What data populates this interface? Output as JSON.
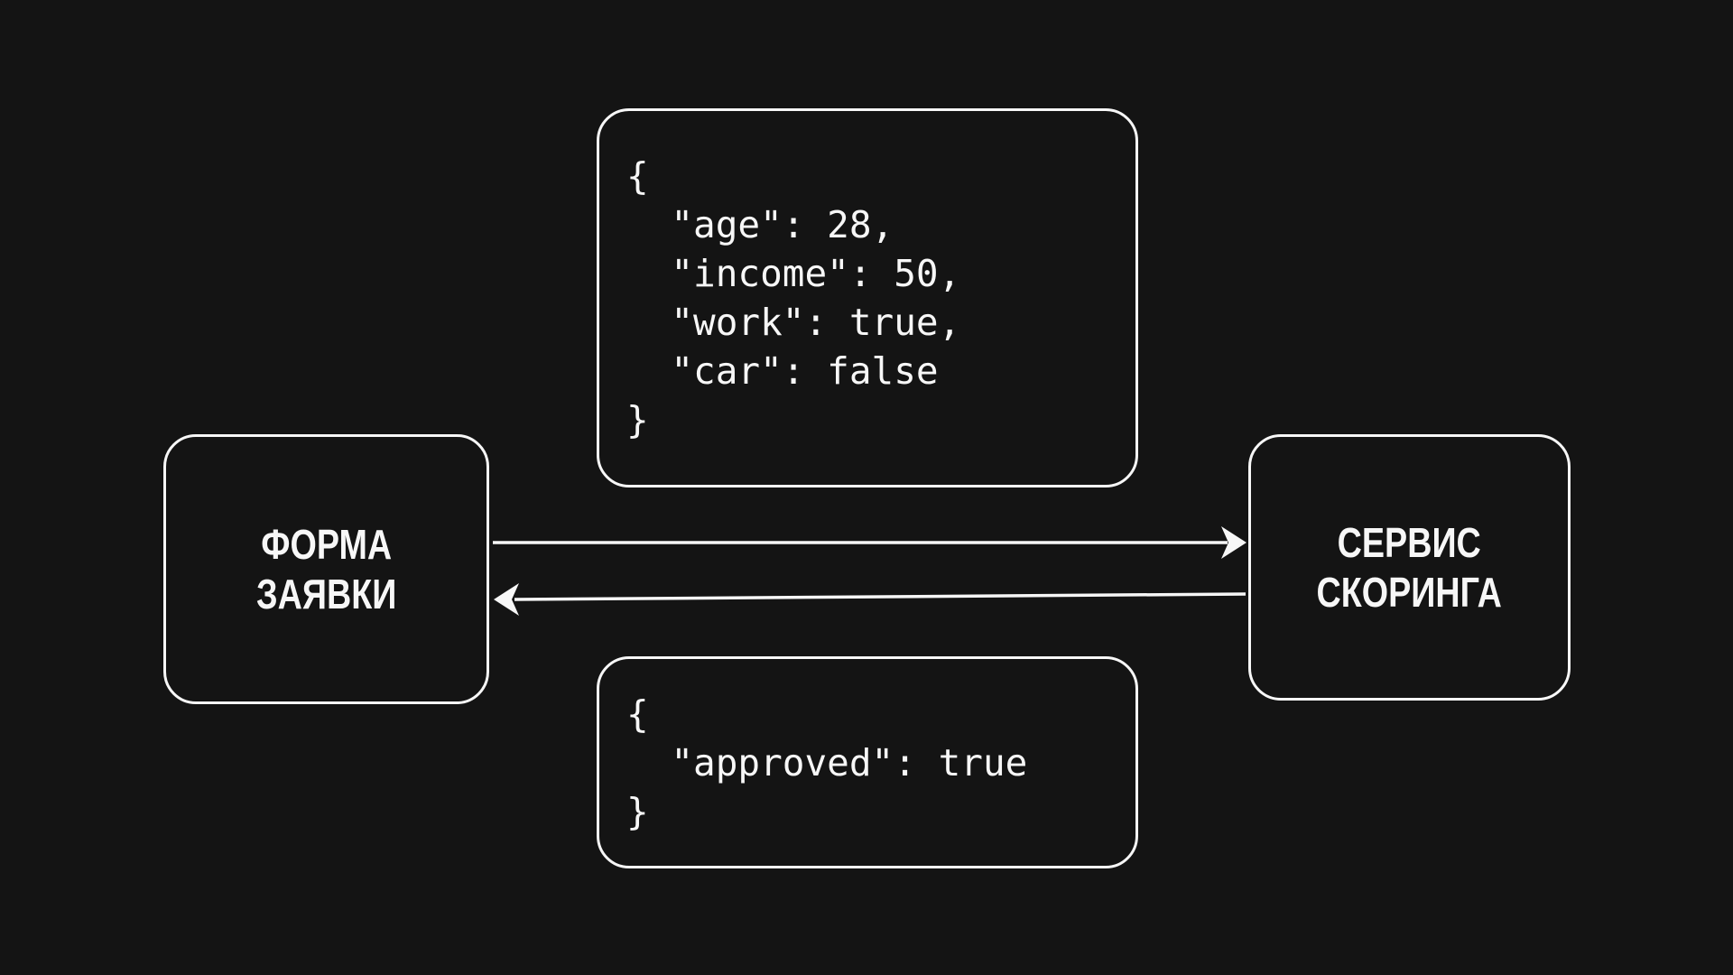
{
  "canvas": {
    "background": "#141414",
    "stroke_color": "#f7f7f7"
  },
  "nodes": {
    "form": {
      "label": "ФОРМА\nЗАЯВКИ"
    },
    "scoring": {
      "label": "СЕРВИС\nСКОРИНГА"
    }
  },
  "payloads": {
    "request": {
      "code": "{\n  \"age\": 28,\n  \"income\": 50,\n  \"work\": true,\n  \"car\": false\n}"
    },
    "response": {
      "code": "{\n  \"approved\": true\n}"
    }
  },
  "arrows": {
    "request": {
      "direction": "left-to-right"
    },
    "response": {
      "direction": "right-to-left"
    }
  }
}
